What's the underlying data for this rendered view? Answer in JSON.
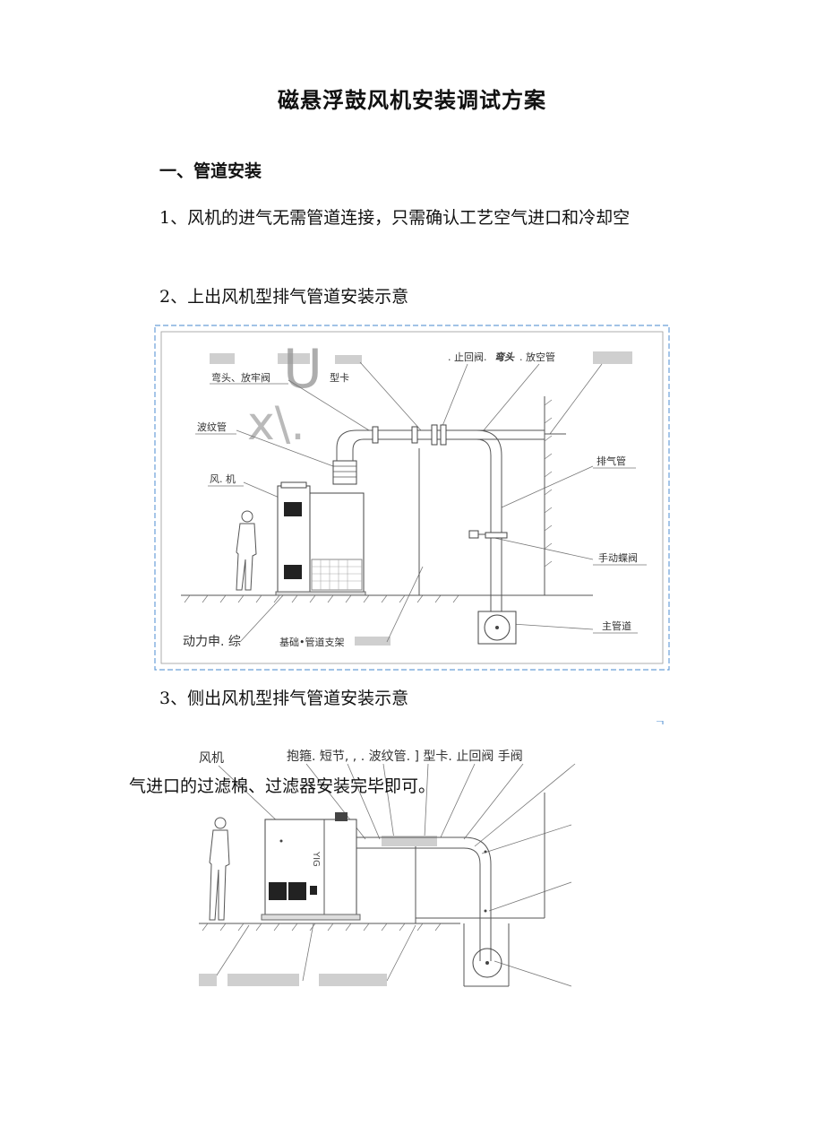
{
  "document": {
    "title": "磁悬浮鼓风机安装调试方案",
    "section1_heading": "一、管道安装",
    "item1_text": "1、风机的进气无需管道连接，只需确认工艺空气进口和冷却空",
    "item1_continuation": "气进口的过滤棉、过滤器安装完毕即可。",
    "item2_text": "2、上出风机型排气管道安装示意",
    "item3_text": "3、侧出风机型排气管道安装示意"
  },
  "figure1": {
    "labels": {
      "elbow_vent": "弯头、放牢阀",
      "clamp": "型卡",
      "check_valve": ". 止回阀.",
      "elbow2": "弯头",
      "vent_pipe": ". 放空管",
      "bellows": "波纹管",
      "blower": "风. 机",
      "exhaust_pipe": "排气管",
      "butterfly_valve": "手动蝶阀",
      "main_pipe": "主管道",
      "power_cable": "动力申. 综",
      "foundation_support": "基础•管道支架"
    },
    "watermark_u": "U",
    "watermark_x": "x\\."
  },
  "figure2": {
    "labels": {
      "blower": "风机",
      "row": "抱箍. 短节, , . 波纹管. ] 型卡. 止回阀 手阀"
    },
    "unit_brand": "YIG"
  }
}
